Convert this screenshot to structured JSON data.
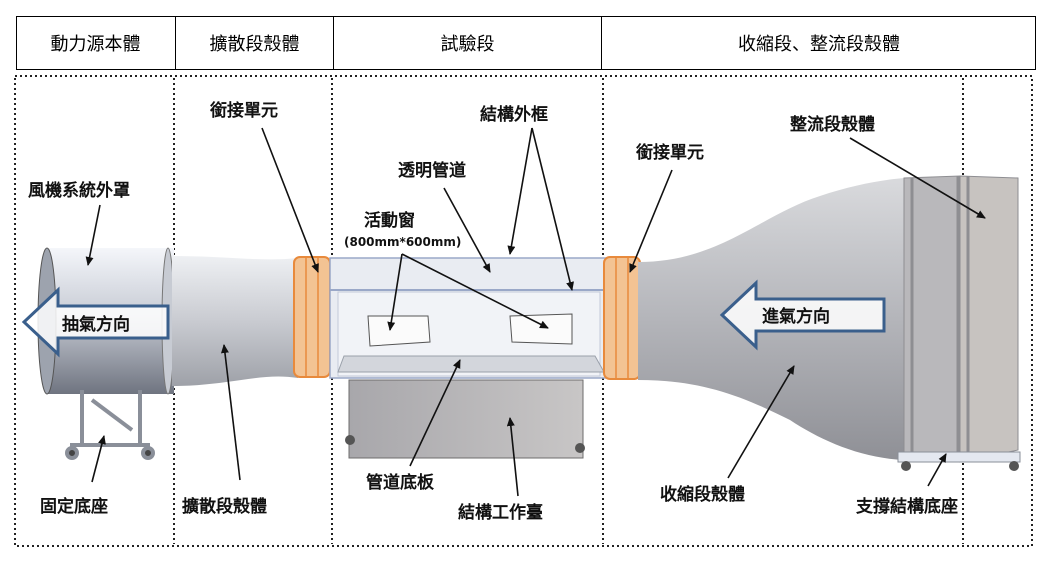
{
  "header": {
    "sections": [
      {
        "label": "動力源本體"
      },
      {
        "label": "擴散段殼體"
      },
      {
        "label": "試驗段"
      },
      {
        "label": "收縮段、整流段殼體"
      }
    ]
  },
  "annotations": {
    "fan_housing": "風機系統外罩",
    "exhaust_direction": "抽氣方向",
    "fixed_base": "固定底座",
    "connector_left": "銜接單元",
    "diffuser_shell": "擴散段殼體",
    "transparent_duct": "透明管道",
    "structure_frame": "結構外框",
    "access_window": "活動窗",
    "window_size": "(800mm*600mm)",
    "duct_floor": "管道底板",
    "work_table": "結構工作臺",
    "connector_right": "銜接單元",
    "straightener_shell": "整流段殼體",
    "intake_direction": "進氣方向",
    "contraction_shell": "收縮段殼體",
    "support_base": "支撐結構底座"
  },
  "colors": {
    "arrow_blue": "#3a5f8c",
    "connector_orange": "#e88a3c",
    "shell_gray": "#b8b8be",
    "table_gray": "#8d8a86",
    "frame_edge": "#9aa8c8"
  }
}
